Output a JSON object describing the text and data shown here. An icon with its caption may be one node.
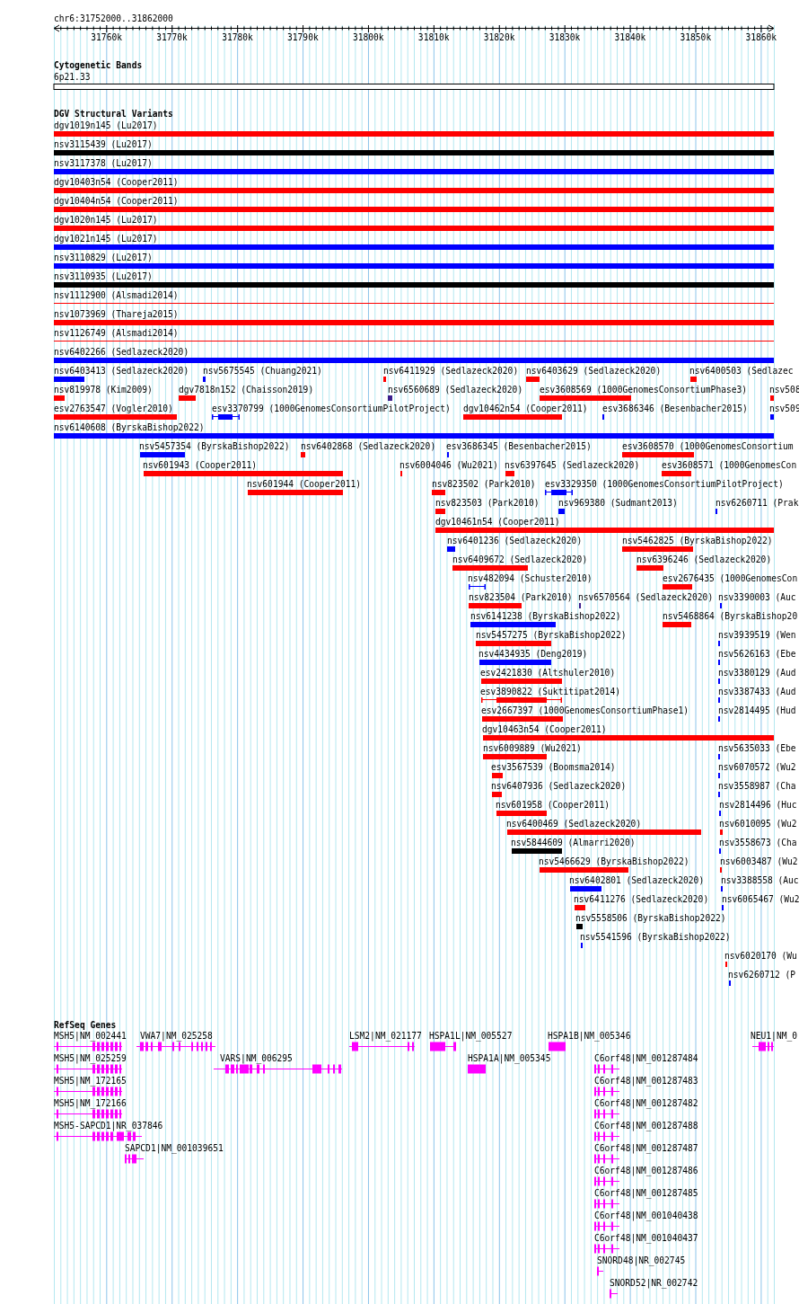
{
  "diagram": {
    "title": "chr6:31752000..31862000",
    "labels": [
      "31760k",
      "31770k",
      "31780k",
      "31790k",
      "31800k",
      "31810k",
      "31820k",
      "31830k",
      "31840k",
      "31850k",
      "31860k",
      "Cytogenetic Bands",
      "6p21.33",
      "DGV Structural Variants",
      "dgv1019n145 (Lu2017)",
      "nsv3115439 (Lu2017)",
      "nsv3117378 (Lu2017)",
      "dgv10403n54 (Cooper2011)",
      "dgv10404n54 (Cooper2011)",
      "dgv1020n145 (Lu2017)",
      "dgv1021n145 (Lu2017)",
      "nsv3110829 (Lu2017)",
      "nsv3110935 (Lu2017)",
      "nsv1112900 (Alsmadi2014)",
      "nsv1073969 (Thareja2015)",
      "nsv1126749 (Alsmadi2014)",
      "nsv6402266 (Sedlazeck2020)",
      "nsv6403413 (Sedlazeck2020)",
      "nsv5675545 (Chuang2021)",
      "nsv6411929 (Sedlazeck2020)",
      "nsv6403629 (Sedlazeck2020)",
      "nsv6400503 (Sedlazec",
      "nsv819978 (Kim2009)",
      "dgv7818n152 (Chaisson2019)",
      "nsv6560689 (Sedlazeck2020)",
      "esv3608569 (1000GenomesConsortiumPhase3)",
      "nsv508",
      "esv2763547 (Vogler2010)",
      "esv3370799 (1000GenomesConsortiumPilotProject)",
      "dgv10462n54 (Cooper2011)",
      "esv3686346 (Besenbacher2015)",
      "nsv509",
      "nsv6140608 (ByrskaBishop2022)",
      "nsv5457354 (ByrskaBishop2022)",
      "nsv6402868 (Sedlazeck2020)",
      "esv3686345 (Besenbacher2015)",
      "esv3608570 (1000GenomesConsortium",
      "nsv601943 (Cooper2011)",
      "nsv6004046 (Wu2021)",
      "nsv6397645 (Sedlazeck2020)",
      "esv3608571 (1000GenomesCon",
      "nsv601944 (Cooper2011)",
      "nsv823502 (Park2010)",
      "esv3329350 (1000GenomesConsortiumPilotProject)",
      "nsv823503 (Park2010)",
      "nsv969380 (Sudmant2013)",
      "nsv6260711 (Prak",
      "dgv10461n54 (Cooper2011)",
      "nsv6401236 (Sedlazeck2020)",
      "nsv5462825 (ByrskaBishop2022)",
      "nsv6409672 (Sedlazeck2020)",
      "nsv6396246 (Sedlazeck2020)",
      "nsv482094 (Schuster2010)",
      "esv2676435 (1000GenomesCon",
      "nsv823504 (Park2010)",
      "nsv6570564 (Sedlazeck2020)",
      "nsv3390003 (Auc",
      "nsv6141238 (ByrskaBishop2022)",
      "nsv5468864 (ByrskaBishop20",
      "nsv5457275 (ByrskaBishop2022)",
      "nsv3939519 (Wen",
      "nsv4434935 (Deng2019)",
      "nsv5626163 (Ebe",
      "esv2421830 (Altshuler2010)",
      "nsv3380129 (Aud",
      "esv3890822 (Suktitipat2014)",
      "nsv3387433 (Aud",
      "esv2667397 (1000GenomesConsortiumPhase1)",
      "nsv2814495 (Hud",
      "dgv10463n54 (Cooper2011)",
      "nsv6009889 (Wu2021)",
      "nsv5635033 (Ebe",
      "esv3567539 (Boomsma2014)",
      "nsv6070572 (Wu2",
      "nsv6407936 (Sedlazeck2020)",
      "nsv3558987 (Cha",
      "nsv601958 (Cooper2011)",
      "nsv2814496 (Huc",
      "nsv6400469 (Sedlazeck2020)",
      "nsv6010095 (Wu2",
      "nsv5844609 (Almarri2020)",
      "nsv3558673 (Cha",
      "nsv5466629 (ByrskaBishop2022)",
      "nsv6003487 (Wu2",
      "nsv6402801 (Sedlazeck2020)",
      "nsv3388558 (Auc",
      "nsv6411276 (Sedlazeck2020)",
      "nsv6065467 (Wu2",
      "nsv5558506 (ByrskaBishop2022)",
      "nsv5541596 (ByrskaBishop2022)",
      "nsv6020170 (Wu",
      "nsv6260712 (P",
      "RefSeq Genes",
      "MSH5|NM_002441",
      "VWA7|NM_025258",
      "LSM2|NM_021177",
      "HSPA1L|NM_005527",
      "HSPA1B|NM_005346",
      "NEU1|NM_0",
      "MSH5|NM_025259",
      "VARS|NM_006295",
      "HSPA1A|NM_005345",
      "C6orf48|NM_001287484",
      "MSH5|NM_172165",
      "C6orf48|NM_001287483",
      "MSH5|NM_172166",
      "C6orf48|NM_001287482",
      "MSH5-SAPCD1|NR_037846",
      "C6orf48|NM_001287488",
      "SAPCD1|NM_001039651",
      "C6orf48|NM_001287487",
      "C6orf48|NM_001287486",
      "C6orf48|NM_001287485",
      "C6orf48|NM_001040438",
      "C6orf48|NM_001040437",
      "SNORD48|NR_002745",
      "SNORD52|NR_002742"
    ]
  }
}
